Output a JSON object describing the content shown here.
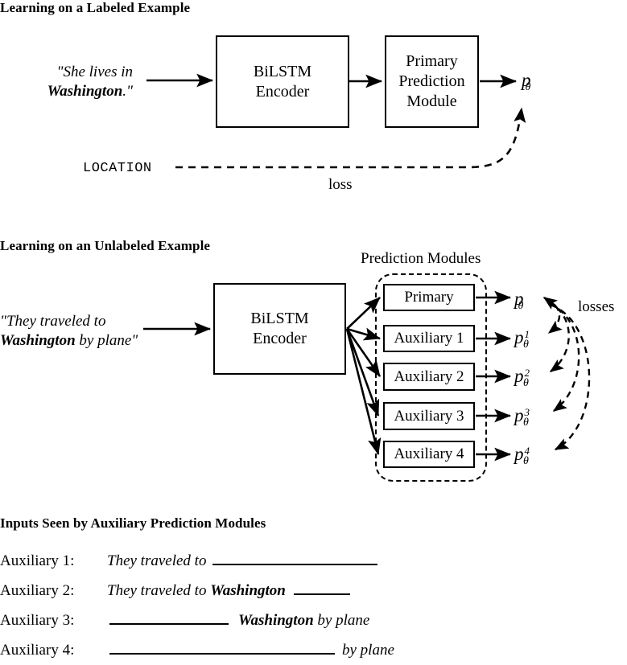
{
  "sections": {
    "labeled": {
      "title": "Learning on a Labeled Example",
      "input_line1": "\"She lives in",
      "input_line2_bold": "Washington",
      "input_line2_tail": ".\"",
      "encoder_line1": "BiLSTM",
      "encoder_line2": "Encoder",
      "module_line1": "Primary",
      "module_line2": "Prediction",
      "module_line3": "Module",
      "gold_label": "LOCATION",
      "loss_label": "loss",
      "output_symbol": "p",
      "output_subscript": "θ"
    },
    "unlabeled": {
      "title": "Learning on an Unlabeled Example",
      "input_line1": "\"They traveled to",
      "input_line2_bold": "Washington",
      "input_line2_tail": " by plane\"",
      "encoder_line1": "BiLSTM",
      "encoder_line2": "Encoder",
      "group_label": "Prediction Modules",
      "losses_label": "losses",
      "modules": [
        {
          "label": "Primary",
          "out_base": "p",
          "out_sub": "θ",
          "out_sup": ""
        },
        {
          "label": "Auxiliary 1",
          "out_base": "p",
          "out_sub": "θ",
          "out_sup": "1"
        },
        {
          "label": "Auxiliary 2",
          "out_base": "p",
          "out_sub": "θ",
          "out_sup": "2"
        },
        {
          "label": "Auxiliary 3",
          "out_base": "p",
          "out_sub": "θ",
          "out_sup": "3"
        },
        {
          "label": "Auxiliary 4",
          "out_base": "p",
          "out_sub": "θ",
          "out_sup": "4"
        }
      ]
    },
    "inputs_seen": {
      "title": "Inputs Seen by Auxiliary Prediction Modules",
      "rows": [
        {
          "label": "Auxiliary 1:",
          "pre": "They traveled to ",
          "bold": "",
          "post": "",
          "blank_pos": "after",
          "blank_width": 205
        },
        {
          "label": "Auxiliary 2:",
          "pre": "They traveled to ",
          "bold": "Washington",
          "post": "",
          "blank_pos": "after",
          "blank_width": 70
        },
        {
          "label": "Auxiliary 3:",
          "pre": "",
          "bold": "Washington",
          "post": " by plane",
          "blank_pos": "before",
          "blank_width": 148
        },
        {
          "label": "Auxiliary 4:",
          "pre": "",
          "bold": "",
          "post": "by plane",
          "blank_pos": "before",
          "blank_width": 280
        }
      ]
    }
  },
  "colors": {
    "ink": "#000000",
    "paper": "#ffffff"
  }
}
